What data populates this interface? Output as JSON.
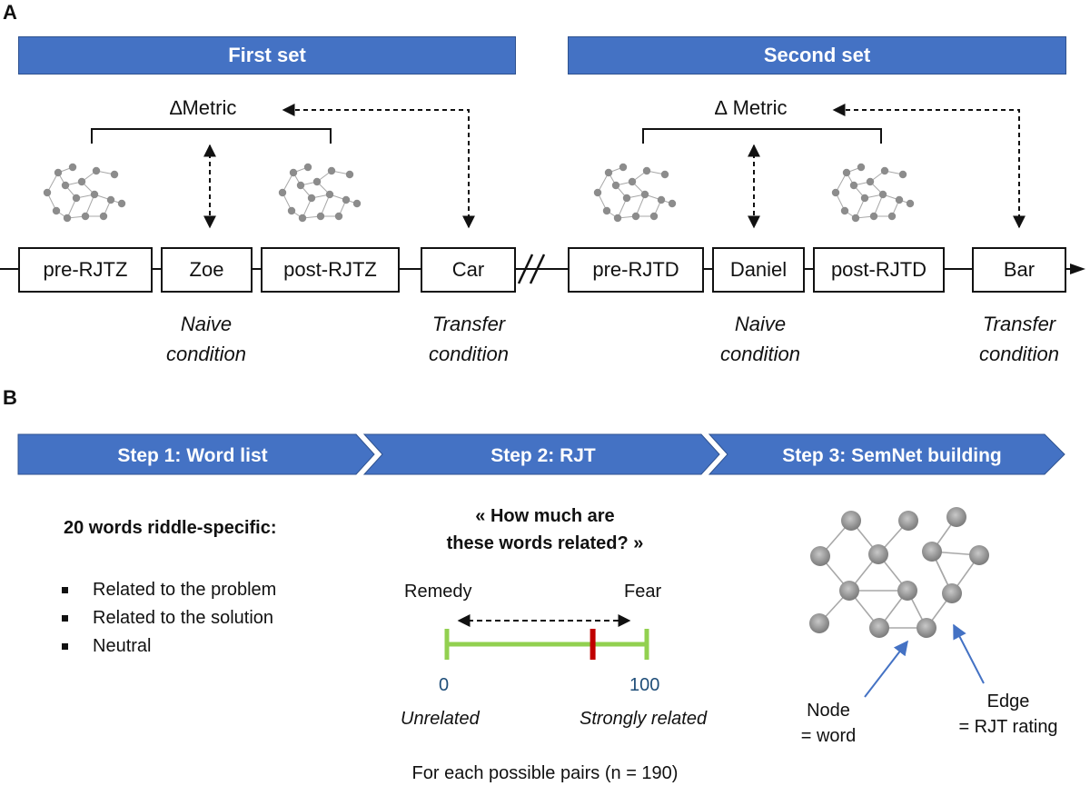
{
  "panel_a": {
    "label": "A",
    "first_set": "First set",
    "second_set": "Second set",
    "metric_first": "∆Metric",
    "metric_second": "∆ Metric",
    "boxes": [
      "pre-RJTZ",
      "Zoe",
      "post-RJTZ",
      "Car",
      "pre-RJTD",
      "Daniel",
      "post-RJTD",
      "Bar"
    ],
    "conditions": {
      "naive_1": [
        "Naive",
        "condition"
      ],
      "transfer_1": [
        "Transfer",
        "condition"
      ],
      "naive_2": [
        "Naive",
        "condition"
      ],
      "transfer_2": [
        "Transfer",
        "condition"
      ]
    }
  },
  "panel_b": {
    "label": "B",
    "steps": [
      "Step 1: Word list",
      "Step 2: RJT",
      "Step 3: SemNet building"
    ],
    "word_list": {
      "title": "20 words riddle-specific:",
      "items": [
        "Related to the problem",
        "Related to the solution",
        "Neutral"
      ]
    },
    "rjt": {
      "question_line1": "« How much are",
      "question_line2": "these words related? »",
      "word_left": "Remedy",
      "word_right": "Fear",
      "scale_min": "0",
      "scale_max": "100",
      "label_min": "Unrelated",
      "label_max": "Strongly related",
      "rating_fraction": 0.73,
      "footer": "For each possible pairs (n = 190)"
    },
    "semnet": {
      "node_label_line1": "Node",
      "node_label_line2": "= word",
      "edge_label_line1": "Edge",
      "edge_label_line2": "= RJT rating"
    }
  },
  "colors": {
    "bar_blue": "#4472C4",
    "scale_green": "#92D050",
    "rating_red": "#C00000",
    "scale_text_blue": "#1F4E79",
    "arrow_blue": "#4472C4",
    "node_gray": "#8C8C8C"
  }
}
